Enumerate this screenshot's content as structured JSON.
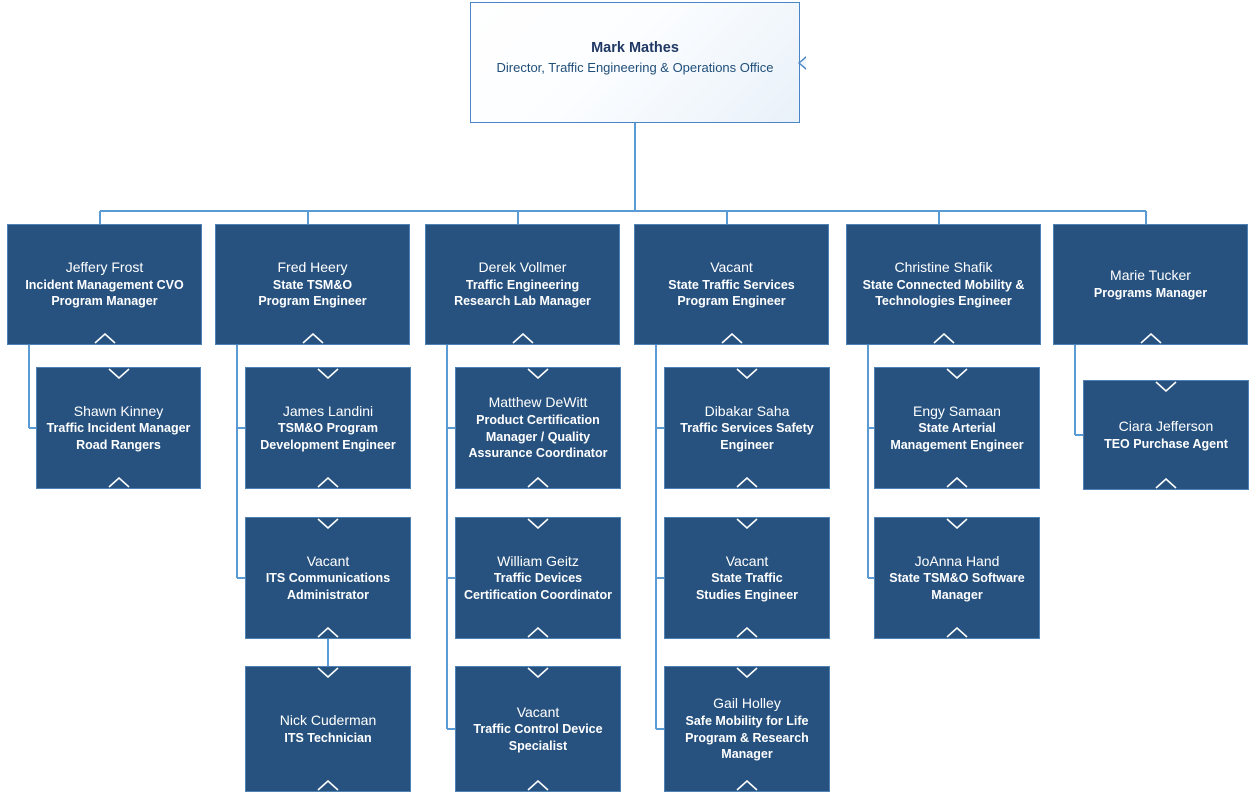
{
  "meta": {
    "title": "Traffic Engineering & Operations Office Organizational Chart",
    "colors": {
      "node_fill": "#27527F",
      "node_border": "#4E82B4",
      "connector": "#5B9BD5",
      "root_text": "#1F3864",
      "root_border": "#4A86C5",
      "canvas": "#FFFFFF"
    }
  },
  "root": {
    "name": "Mark Mathes",
    "title": "Director, Traffic Engineering & Operations Office"
  },
  "columns": [
    {
      "id": "col-frost",
      "head": {
        "name": "Jeffery Frost",
        "title_lines": [
          "Incident Management CVO",
          "Program Manager"
        ]
      },
      "reports": [
        {
          "name": "Shawn Kinney",
          "title_lines": [
            "Traffic Incident Manager",
            "Road Rangers"
          ]
        }
      ]
    },
    {
      "id": "col-heery",
      "head": {
        "name": "Fred Heery",
        "title_lines": [
          "State TSM&O",
          "Program Engineer"
        ]
      },
      "reports": [
        {
          "name": "James Landini",
          "title_lines": [
            "TSM&O Program",
            "Development Engineer"
          ]
        },
        {
          "name": "Vacant",
          "title_lines": [
            "ITS Communications",
            "Administrator"
          ],
          "sub": {
            "name": "Nick Cuderman",
            "title_lines": [
              "ITS Technician"
            ]
          }
        }
      ]
    },
    {
      "id": "col-vollmer",
      "head": {
        "name": "Derek Vollmer",
        "title_lines": [
          "Traffic Engineering",
          "Research Lab Manager"
        ]
      },
      "reports": [
        {
          "name": "Matthew DeWitt",
          "title_lines": [
            "Product Certification",
            "Manager / Quality",
            "Assurance Coordinator"
          ]
        },
        {
          "name": "William Geitz",
          "title_lines": [
            "Traffic Devices",
            "Certification Coordinator"
          ]
        },
        {
          "name": "Vacant",
          "title_lines": [
            "Traffic Control Device",
            "Specialist"
          ]
        }
      ]
    },
    {
      "id": "col-traffic-services",
      "head": {
        "name": "Vacant",
        "title_lines": [
          "State Traffic Services",
          "Program Engineer"
        ]
      },
      "reports": [
        {
          "name": "Dibakar Saha",
          "title_lines": [
            "Traffic Services Safety",
            "Engineer"
          ]
        },
        {
          "name": "Vacant",
          "title_lines": [
            "State Traffic",
            "Studies Engineer"
          ]
        },
        {
          "name": "Gail Holley",
          "title_lines": [
            "Safe Mobility for Life",
            "Program & Research",
            "Manager"
          ]
        }
      ]
    },
    {
      "id": "col-shafik",
      "head": {
        "name": "Christine Shafik",
        "title_lines": [
          "State Connected Mobility &",
          "Technologies Engineer"
        ]
      },
      "reports": [
        {
          "name": "Engy Samaan",
          "title_lines": [
            "State Arterial",
            "Management Engineer"
          ]
        },
        {
          "name": "JoAnna Hand",
          "title_lines": [
            "State TSM&O Software",
            "Manager"
          ]
        }
      ]
    },
    {
      "id": "col-tucker",
      "head": {
        "name": "Marie Tucker",
        "title_lines": [
          "Programs Manager"
        ]
      },
      "reports": [
        {
          "name": "Ciara Jefferson",
          "title_lines": [
            "TEO Purchase Agent"
          ]
        }
      ]
    }
  ]
}
